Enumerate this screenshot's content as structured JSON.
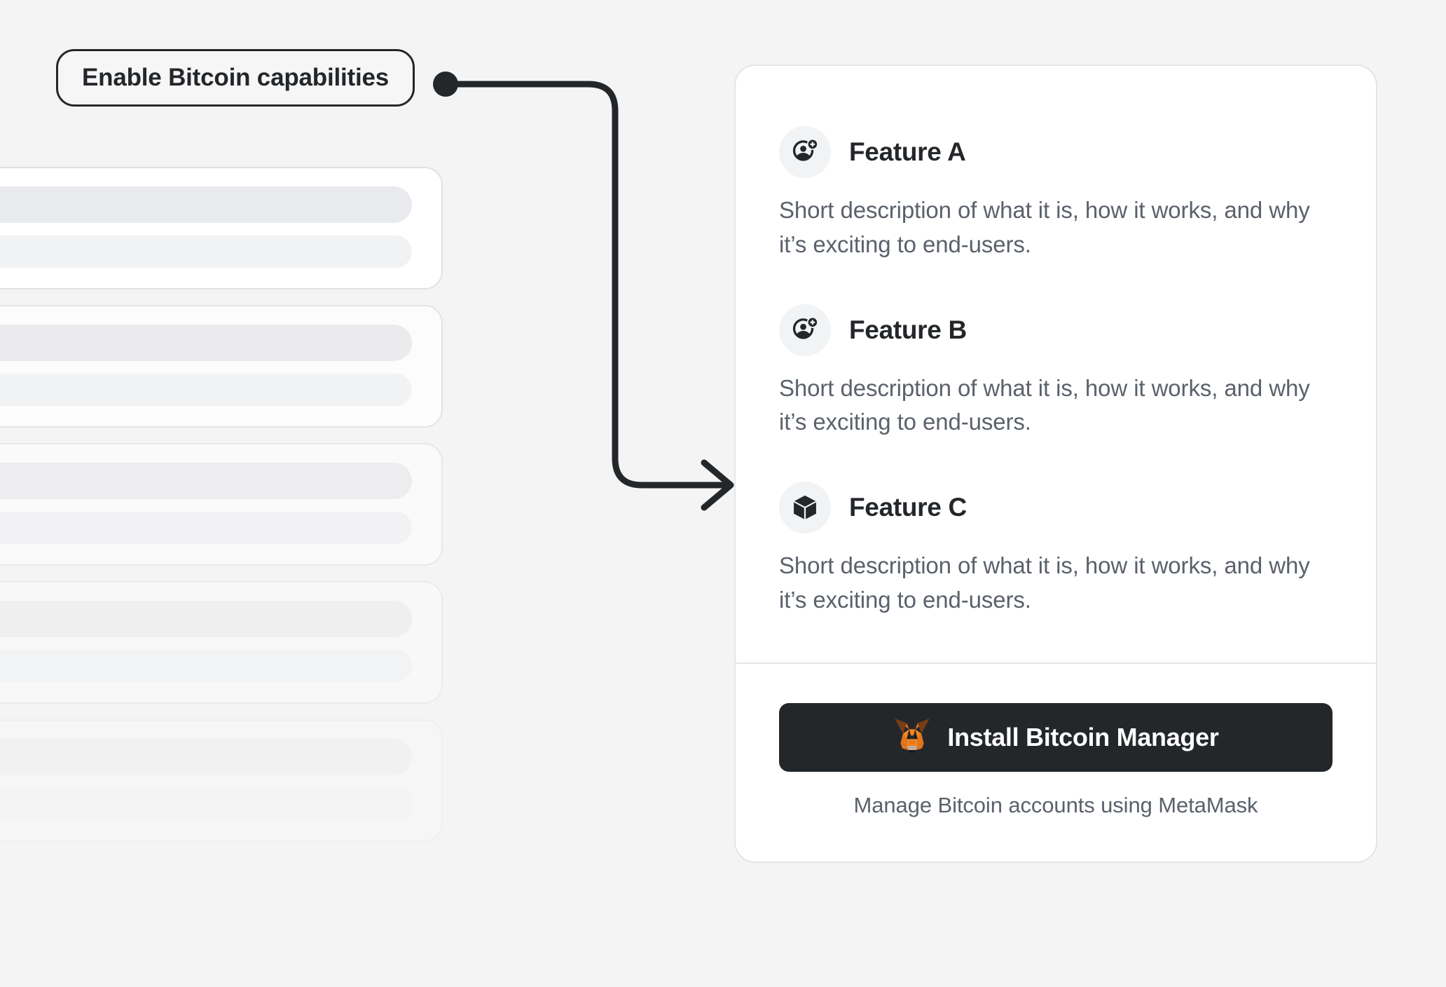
{
  "callout": {
    "label": "Enable Bitcoin capabilities",
    "connector_dot_color": "#24272a",
    "connector_line_color": "#24272a"
  },
  "skeleton": {
    "card_count": 6,
    "card_bg": "#ffffff",
    "bar_color": "#e9eaed"
  },
  "card": {
    "background": "#ffffff",
    "border_color": "#e3e5e8",
    "features": [
      {
        "icon": "add-person-icon",
        "title": "Feature A",
        "description": "Short description of what it is, how it works, and why it’s exciting to end-users."
      },
      {
        "icon": "add-person-icon",
        "title": "Feature B",
        "description": "Short description of what it is, how it works, and why it’s exciting to end-users."
      },
      {
        "icon": "cube-icon",
        "title": "Feature C",
        "description": "Short description of what it is, how it works, and why it’s exciting to end-users."
      }
    ],
    "cta": {
      "icon": "metamask-fox-icon",
      "button_label": "Install Bitcoin Manager",
      "button_bg": "#24272a",
      "button_text_color": "#ffffff",
      "caption": "Manage Bitcoin accounts using MetaMask"
    }
  },
  "theme": {
    "page_background": "#f4f4f4",
    "text_primary": "#24272a",
    "text_secondary": "#5b616b",
    "icon_bubble_bg": "#f1f3f5",
    "metamask_orange": "#e2761b",
    "metamask_orange_light": "#f5841f",
    "metamask_dark_orange": "#763d16",
    "metamask_beige": "#c0ad9e"
  }
}
